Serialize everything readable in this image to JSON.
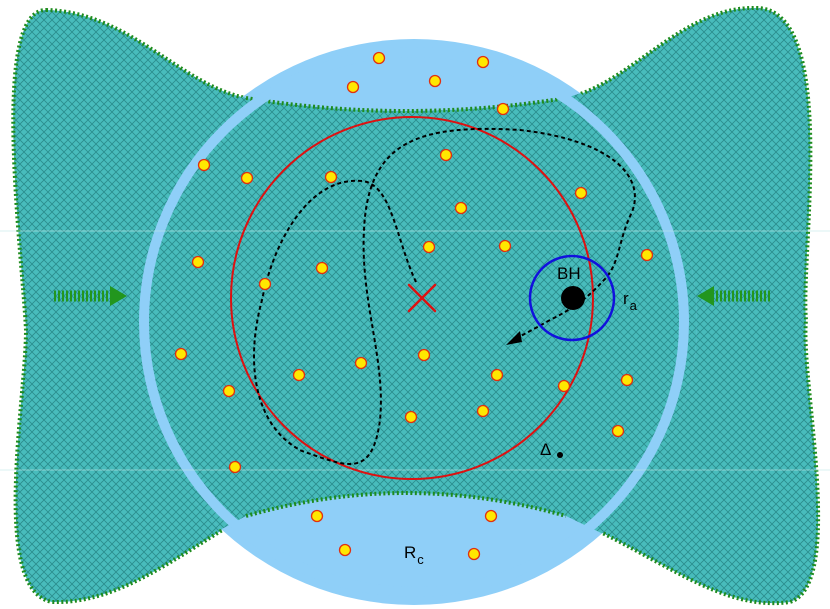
{
  "labels": {
    "black_hole": "BH",
    "accretion_radius_main": "r",
    "accretion_radius_sub": "a",
    "delta_symbol": "Δ",
    "core_radius_main": "R",
    "core_radius_sub": "c"
  },
  "colors": {
    "inflow_region_fill": "#48bcbc",
    "inflow_hatch": "#2a8c8c",
    "inflow_boundary": "#1e8c1e",
    "core_sphere": "#8fcff8",
    "stars_fill": "#ffe800",
    "stars_edge": "#e03010",
    "orbit_circle": "#dd1111",
    "accretion_circle": "#1111dd",
    "black_hole": "#000000",
    "trajectory": "#000000",
    "inflow_arrows": "#22961e",
    "center_marker": "#dd1111"
  },
  "icons": {
    "left_arrow": "right-arrow-icon",
    "right_arrow": "left-arrow-icon",
    "center_marker": "x-mark-icon"
  }
}
